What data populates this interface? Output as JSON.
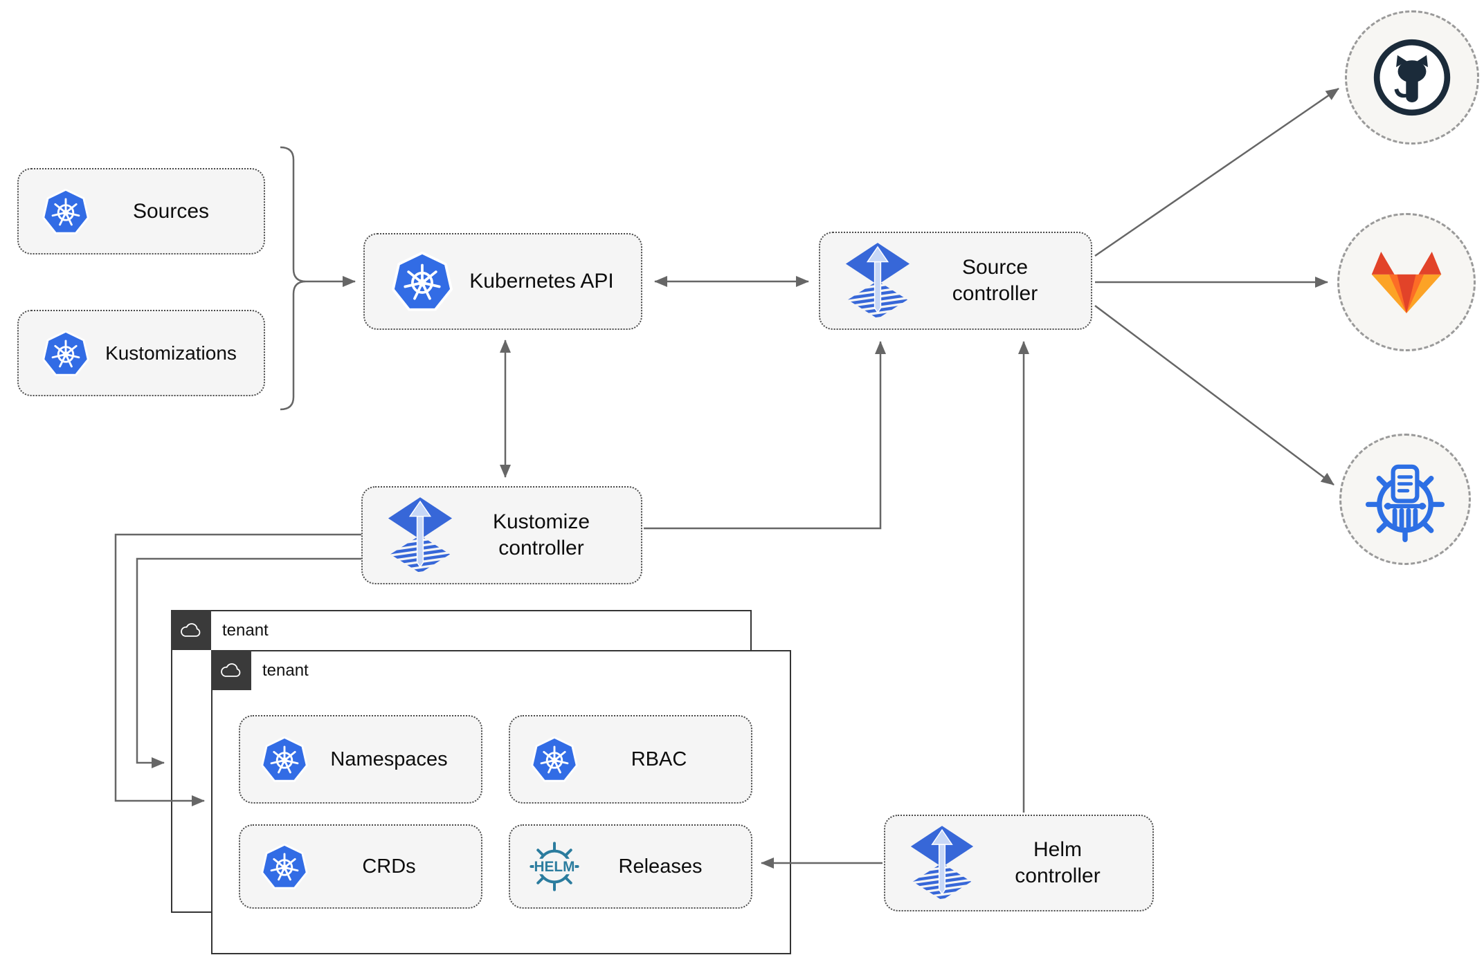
{
  "boxes": {
    "sources": {
      "label": "Sources"
    },
    "kustomizations": {
      "label": "Kustomizations"
    },
    "kubernetes_api": {
      "label": "Kubernetes API"
    },
    "source_controller": {
      "label_line1": "Source",
      "label_line2": "controller"
    },
    "kustomize_controller": {
      "label_line1": "Kustomize",
      "label_line2": "controller"
    },
    "helm_controller": {
      "label_line1": "Helm",
      "label_line2": "controller"
    },
    "tenant_back": {
      "label": "tenant"
    },
    "tenant_front": {
      "label": "tenant"
    },
    "namespaces": {
      "label": "Namespaces"
    },
    "rbac": {
      "label": "RBAC"
    },
    "crds": {
      "label": "CRDs"
    },
    "releases": {
      "label": "Releases",
      "helm_logo_text": "HELM"
    }
  },
  "icons": {
    "kubernetes": "kubernetes-icon",
    "flux": "flux-icon",
    "cloud": "cloud-icon",
    "helm": "helm-wheel-icon",
    "github": "github-icon",
    "gitlab": "gitlab-icon",
    "chartmuseum": "chartmuseum-icon"
  },
  "colors": {
    "k8s_blue": "#326CE5",
    "flux_blue": "#3767D8",
    "flux_arrow_light": "#C7D7F6",
    "helm_teal": "#2B7C9E",
    "github_dark": "#1B2B3A",
    "gitlab_orange_dark": "#E24329",
    "gitlab_orange": "#FC6D26",
    "gitlab_orange_light": "#FCA326",
    "chartmuseum_blue": "#2D6FE4",
    "line_gray": "#666666",
    "box_fill": "#F5F5F5",
    "box_border": "#4A4A4A",
    "tenant_border": "#343434",
    "tenant_tab": "#3A3A3A",
    "endpoint_fill": "#F7F6F3",
    "endpoint_border": "#9A9A9A"
  },
  "edges": [
    {
      "from": "sources+kustomizations",
      "to": "kubernetes-api",
      "style": "brace-arrow"
    },
    {
      "from": "kubernetes-api",
      "to": "source-controller",
      "style": "double-arrow"
    },
    {
      "from": "kubernetes-api",
      "to": "kustomize-controller",
      "style": "double-arrow"
    },
    {
      "from": "kustomize-controller",
      "to": "source-controller",
      "style": "arrow"
    },
    {
      "from": "helm-controller",
      "to": "source-controller",
      "style": "arrow"
    },
    {
      "from": "source-controller",
      "to": "github",
      "style": "arrow"
    },
    {
      "from": "source-controller",
      "to": "gitlab",
      "style": "arrow"
    },
    {
      "from": "source-controller",
      "to": "chartmuseum",
      "style": "arrow"
    },
    {
      "from": "kustomize-controller",
      "to": "tenant-front",
      "style": "arrow"
    },
    {
      "from": "kustomize-controller",
      "to": "tenant-back",
      "style": "arrow"
    },
    {
      "from": "helm-controller",
      "to": "releases",
      "style": "arrow"
    }
  ]
}
